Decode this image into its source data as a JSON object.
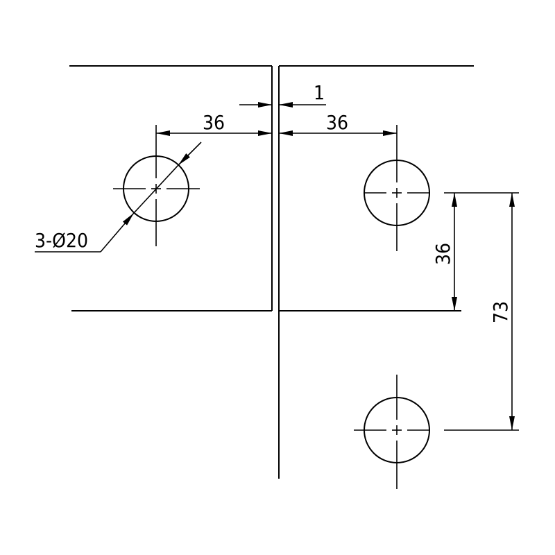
{
  "drawing": {
    "dimensions": {
      "gap": "1",
      "left_hole_offset": "36",
      "right_hole_offset": "36",
      "hole_to_edge_vertical": "36",
      "hole_spacing_vertical": "73",
      "hole_callout": "3-Ø20"
    },
    "colors": {
      "line": "#000000",
      "background": "#ffffff"
    }
  }
}
